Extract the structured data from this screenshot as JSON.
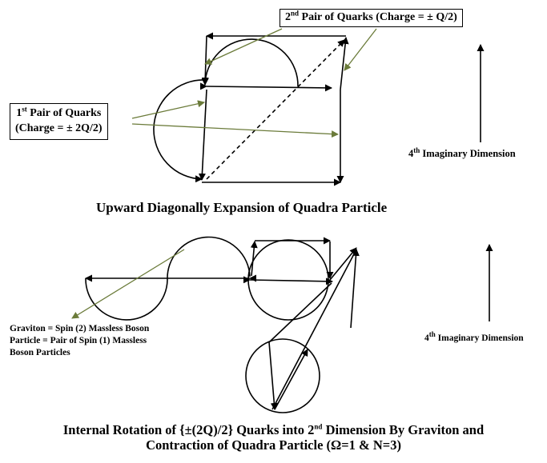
{
  "top": {
    "label_pair2": {
      "pre": "2",
      "sup": "nd",
      "post": " Pair of Quarks (Charge = ± Q/2)"
    },
    "label_pair1_line1": {
      "pre": "1",
      "sup": "st",
      "post": " Pair of Quarks"
    },
    "label_pair1_line2": "(Charge = ± 2Q/2)",
    "dimension_label": {
      "pre": "4",
      "sup": "th",
      "post": " Imaginary Dimension"
    },
    "caption": "Upward Diagonally Expansion of Quadra Particle"
  },
  "bottom": {
    "graviton_lines": [
      "Graviton = Spin (2) Massless Boson",
      "Particle = Pair of Spin (1) Massless",
      "Boson Particles"
    ],
    "dimension_label": {
      "pre": "4",
      "sup": "th",
      "post": " Imaginary Dimension"
    },
    "caption_line1": {
      "pre": "Internal Rotation of {±(2Q)/2} Quarks into 2",
      "sup": "nd",
      "post": " Dimension By Graviton and"
    },
    "caption_line2": "Contraction of Quadra Particle (Ω=1 & N=3)"
  },
  "colors": {
    "ink": "#000000",
    "pointer": "#6b7b3a"
  }
}
